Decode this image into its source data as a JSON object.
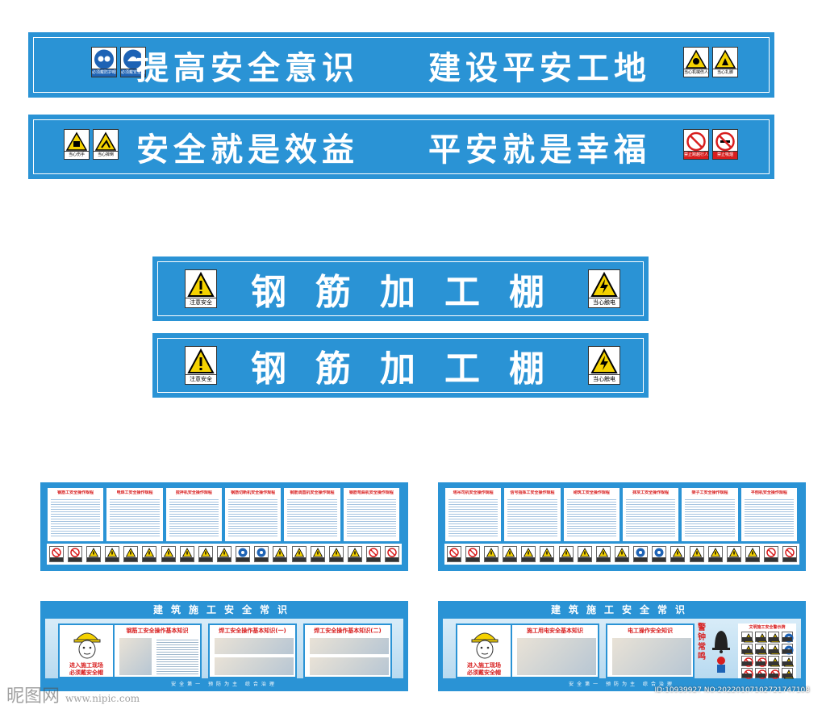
{
  "banners": {
    "b1": {
      "left": "提高安全意识",
      "right": "建设平安工地",
      "signs_left": [
        "必须戴防护眼镜",
        "必须戴安全帽"
      ],
      "signs_right": [
        "当心机械伤人",
        "当心扎脚"
      ]
    },
    "b2": {
      "left": "安全就是效益",
      "right": "平安就是幸福",
      "signs_left": [
        "当心伤手",
        "当心摔倒"
      ],
      "signs_right": [
        "禁止跨越行人",
        "禁止吸烟"
      ]
    },
    "b3": {
      "chars": [
        "钢",
        "筋",
        "加",
        "工",
        "棚"
      ],
      "sign_left": "注意安全",
      "sign_right": "当心触电"
    },
    "b4": {
      "chars": [
        "钢",
        "筋",
        "加",
        "工",
        "棚"
      ],
      "sign_left": "注意安全",
      "sign_right": "当心触电"
    }
  },
  "boards_top": [
    {
      "panels": [
        "钢筋工安全操作规程",
        "电焊工安全操作规程",
        "搅拌机安全操作规程",
        "钢筋切断机安全操作规程",
        "钢筋调直机安全操作规程",
        "钢筋弯曲机安全操作规程"
      ]
    },
    {
      "panels": [
        "塔吊司机安全操作规程",
        "信号指挥工安全操作规程",
        "砌筑工安全操作规程",
        "抹灰工安全操作规程",
        "架子工安全操作规程",
        "平刨机安全操作规程"
      ]
    }
  ],
  "boards_bottom": [
    {
      "header": "建筑施工安全常识",
      "footer": "安全第一  预防为主  综合治理",
      "worker_caption_1": "进入施工现场",
      "worker_caption_2": "必须戴安全帽",
      "cards": [
        "钢筋工安全操作基本知识",
        "焊工安全操作基本知识(一)",
        "焊工安全操作基本知识(二)"
      ]
    },
    {
      "header": "建筑施工安全常识",
      "footer": "安全第一  预防为主  综合治理",
      "worker_caption_1": "进入施工现场",
      "worker_caption_2": "必须戴安全帽",
      "cards": [
        "施工用电安全基本知识",
        "电工操作安全知识"
      ],
      "bell_text": "警钟常鸣",
      "side_title": "文明施工安全警示牌"
    }
  ],
  "watermark": {
    "brand": "昵图网",
    "url": "www.nipic.com",
    "id": "ID:10939927 NO:20220107102721747108"
  },
  "colors": {
    "banner_blue": "#2a93d5",
    "warning_yellow": "#f5d200",
    "prohibit_red": "#d81e1e",
    "mandatory_blue": "#1e63b5"
  }
}
